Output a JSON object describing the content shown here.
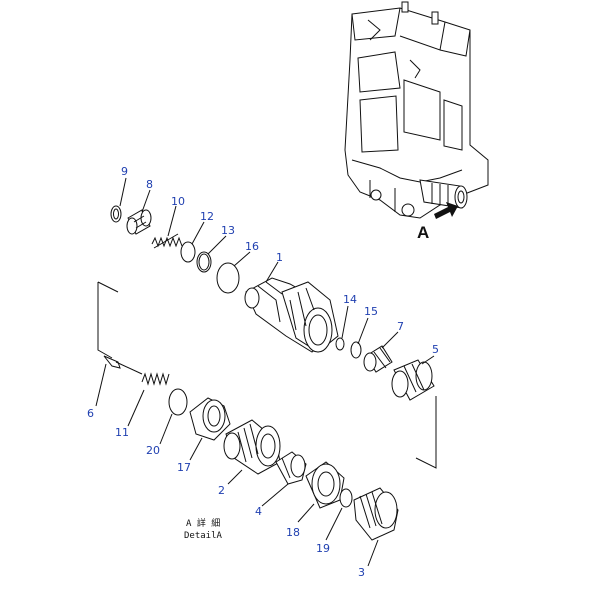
{
  "detail_view_label": "A",
  "caption": {
    "jp": "A 詳 細",
    "en": "DetailA"
  },
  "callouts": [
    {
      "id": "9",
      "text": "9"
    },
    {
      "id": "8",
      "text": "8"
    },
    {
      "id": "10",
      "text": "10"
    },
    {
      "id": "12",
      "text": "12"
    },
    {
      "id": "13",
      "text": "13"
    },
    {
      "id": "16",
      "text": "16"
    },
    {
      "id": "1",
      "text": "1"
    },
    {
      "id": "14",
      "text": "14"
    },
    {
      "id": "15",
      "text": "15"
    },
    {
      "id": "7",
      "text": "7"
    },
    {
      "id": "5",
      "text": "5"
    },
    {
      "id": "6",
      "text": "6"
    },
    {
      "id": "11",
      "text": "11"
    },
    {
      "id": "20",
      "text": "20"
    },
    {
      "id": "17",
      "text": "17"
    },
    {
      "id": "2",
      "text": "2"
    },
    {
      "id": "4",
      "text": "4"
    },
    {
      "id": "18",
      "text": "18"
    },
    {
      "id": "19",
      "text": "19"
    },
    {
      "id": "3",
      "text": "3"
    }
  ]
}
